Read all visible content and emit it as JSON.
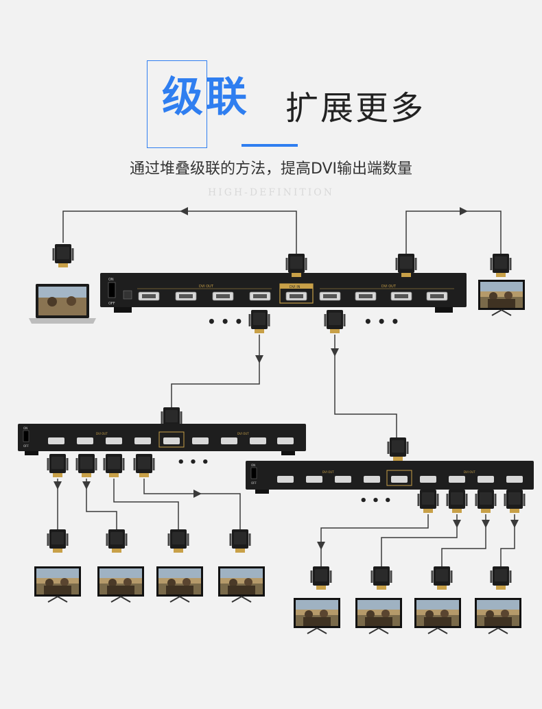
{
  "heading": {
    "main": "级联",
    "secondary": "扩展更多"
  },
  "subtitle": "通过堆叠级联的方法，提高DVI输出端数量",
  "watermark": "HIGH-DEFINITION",
  "device": {
    "in_label": "DVI IN",
    "out_label": "DVI OUT",
    "port_label": "OUT",
    "power_on": "ON",
    "power_off": "OFF"
  },
  "ellipsis": "• • •",
  "colors": {
    "accent": "#2f7ef0",
    "device_body": "#1e1e1e",
    "gold": "#c8a048",
    "line": "#3a3a3a"
  }
}
